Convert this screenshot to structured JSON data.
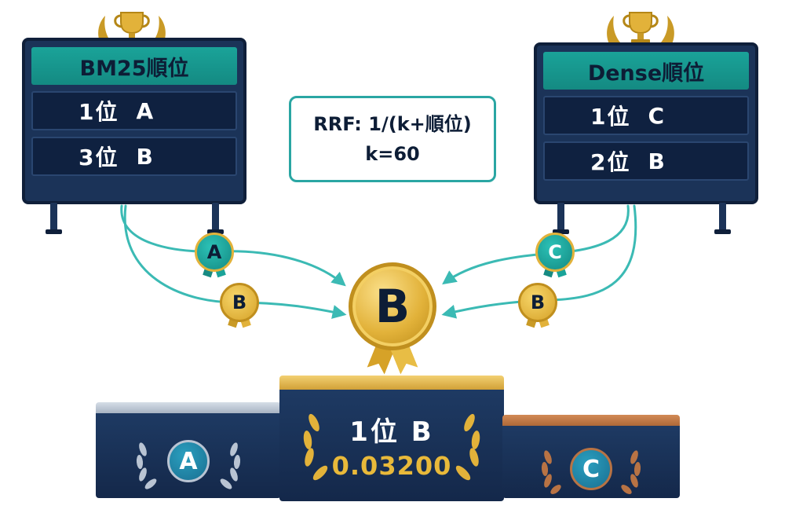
{
  "boards": {
    "left": {
      "title": "BM25順位",
      "rows": [
        {
          "rank": "1位",
          "item": "A"
        },
        {
          "rank": "3位",
          "item": "B"
        }
      ]
    },
    "right": {
      "title": "Dense順位",
      "rows": [
        {
          "rank": "1位",
          "item": "C"
        },
        {
          "rank": "2位",
          "item": "B"
        }
      ]
    }
  },
  "formula": {
    "line1": "RRF: 1/(k+順位)",
    "line2": "k=60"
  },
  "medals": {
    "left_top": "A",
    "left_bottom": "B",
    "right_top": "C",
    "right_bottom": "B",
    "center": "B"
  },
  "podium": {
    "first": {
      "rank_label": "1位 B",
      "score": "0.03200"
    },
    "second": {
      "label": "A"
    },
    "third": {
      "label": "C"
    }
  },
  "colors": {
    "navy": "#1b3358",
    "teal": "#1aa399",
    "gold": "#e2b23a",
    "silver": "#b9c4d3",
    "bronze": "#b87344",
    "wire": "#3bbab4"
  }
}
